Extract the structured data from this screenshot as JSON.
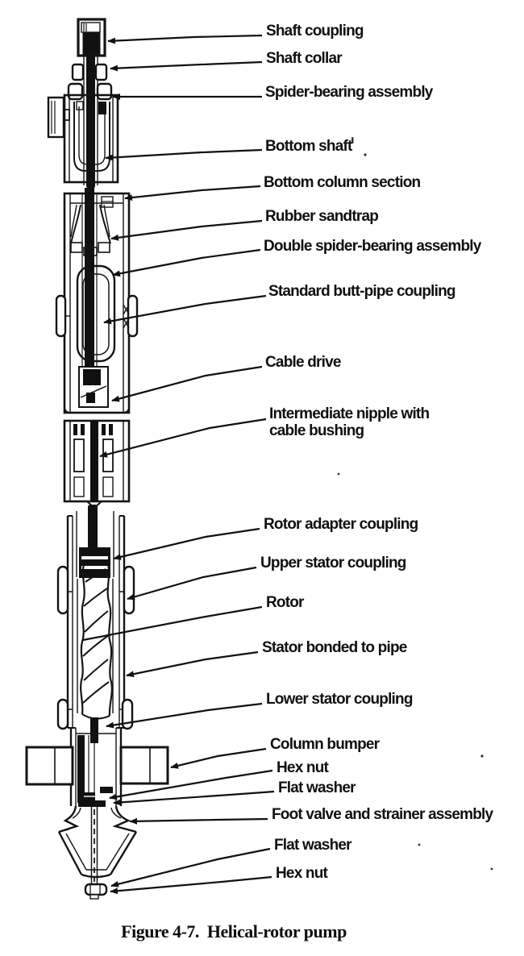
{
  "figure": {
    "type": "technical-cutaway-diagram",
    "subject": "Helical-rotor pump",
    "colors": {
      "ink": "#111111",
      "paper": "#ffffff"
    },
    "caption_label": "Figure 4-7.",
    "caption_title": "Helical-rotor pump",
    "labels": [
      {
        "text": "Shaft coupling"
      },
      {
        "text": "Shaft collar"
      },
      {
        "text": "Spider-bearing assembly"
      },
      {
        "text": "Bottom shaft"
      },
      {
        "text": "Bottom column section"
      },
      {
        "text": "Rubber sandtrap"
      },
      {
        "text": "Double spider-bearing assembly"
      },
      {
        "text": "Standard butt-pipe coupling"
      },
      {
        "text": "Cable drive"
      },
      {
        "text": "Intermediate nipple with cable bushing"
      },
      {
        "text": "Rotor adapter coupling"
      },
      {
        "text": "Upper stator coupling"
      },
      {
        "text": "Rotor"
      },
      {
        "text": "Stator bonded to pipe"
      },
      {
        "text": "Lower stator coupling"
      },
      {
        "text": "Column bumper"
      },
      {
        "text": "Hex nut"
      },
      {
        "text": "Flat washer"
      },
      {
        "text": "Foot valve and strainer assembly"
      },
      {
        "text": "Flat washer"
      },
      {
        "text": "Hex nut"
      }
    ]
  }
}
